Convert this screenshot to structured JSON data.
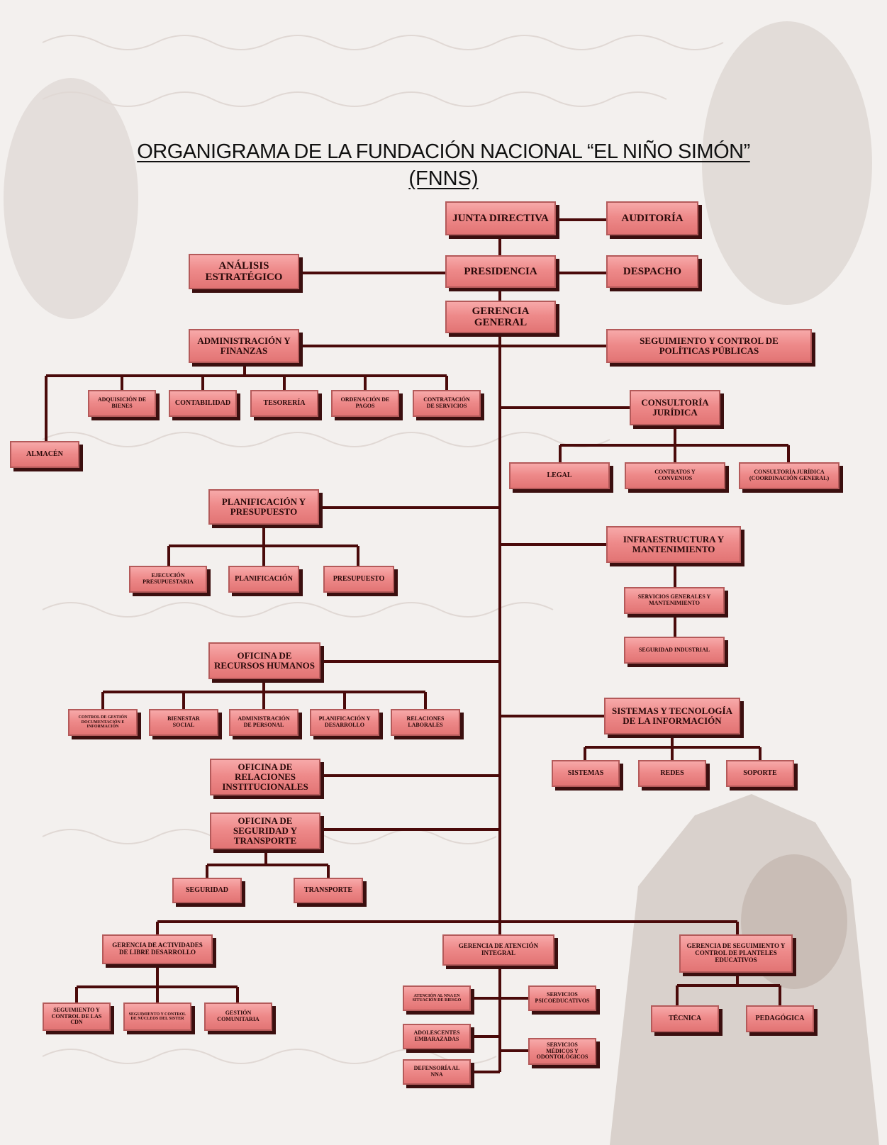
{
  "title": {
    "line1": "ORGANIGRAMA DE LA FUNDACIÓN NACIONAL “EL NIÑO SIMÓN”",
    "line2": "(FNNS)"
  },
  "colors": {
    "box_fill": "#ee8a8a",
    "box_shadow": "#3b0f0f",
    "line": "#4a0a0a",
    "background": "#f3f0ee"
  },
  "units": {
    "junta": "JUNTA DIRECTIVA",
    "auditoria": "AUDITORÍA",
    "analisis": "ANÁLISIS\nESTRATÉGICO",
    "presidencia": "PRESIDENCIA",
    "despacho": "DESPACHO",
    "gerencia": "GERENCIA GENERAL",
    "admin": "ADMINISTRACIÓN Y\nFINANZAS",
    "seguimiento": "SEGUIMIENTO Y CONTROL DE\nPOLÍTICAS PÚBLICAS",
    "adquisicion": "ADQUISICIÓN DE\nBIENES",
    "contabilidad": "CONTABILIDAD",
    "tesoreria": "TESORERÍA",
    "ordenacion": "ORDENACIÓN DE\nPAGOS",
    "contratacion": "CONTRATACIÓN\nDE SERVICIOS",
    "almacen": "ALMACÉN",
    "consultoria": "CONSULTORÍA\nJURÍDICA",
    "legal": "LEGAL",
    "contratos": "CONTRATOS Y\nCONVENIOS",
    "consultoria_cg": "CONSULTORÍA JURÍDICA\n(COORDINACIÓN GENERAL)",
    "planificacion_presupuesto": "PLANIFICACIÓN Y\nPRESUPUESTO",
    "ejecucion": "EJECUCIÓN\nPRESUPUESTARIA",
    "planificacion": "PLANIFICACIÓN",
    "presupuesto": "PRESUPUESTO",
    "infraestructura": "INFRAESTRUCTURA Y\nMANTENIMIENTO",
    "servicios_generales": "SERVICIOS GENERALES Y\nMANTENIMIENTO",
    "seguridad_industrial": "SEGURIDAD INDUSTRIAL",
    "rrhh": "OFICINA DE\nRECURSOS HUMANOS",
    "control_gestion": "CONTROL DE GESTIÓN DOCUMENTACIÓN E INFORMACIÓN",
    "bienestar": "BIENESTAR\nSOCIAL",
    "administracion_personal": "ADMINISTRACIÓN\nDE PERSONAL",
    "planificacion_desarrollo": "PLANIFICACIÓN Y\nDESARROLLO",
    "relaciones_laborales": "RELACIONES\nLABORALES",
    "sistemas_tecnologia": "SISTEMAS Y TECNOLOGÍA\nDE LA INFORMACIÓN",
    "sistemas": "SISTEMAS",
    "redes": "REDES",
    "soporte": "SOPORTE",
    "relaciones_inst": "OFICINA DE\nRELACIONES\nINSTITUCIONALES",
    "seguridad_transporte": "OFICINA DE\nSEGURIDAD Y\nTRANSPORTE",
    "seguridad": "SEGURIDAD",
    "transporte": "TRANSPORTE",
    "gerencia_actividades": "GERENCIA DE ACTIVIDADES\nDE LIBRE DESARROLLO",
    "gerencia_atencion": "GERENCIA DE ATENCIÓN\nINTEGRAL",
    "gerencia_planteles": "GERENCIA DE SEGUIMIENTO Y\nCONTROL DE PLANTELES\nEDUCATIVOS",
    "seguimiento_cdn": "SEGUIMIENTO Y\nCONTROL DE LAS\nCDN",
    "seguimiento_nucleos": "SEGUIMIENTO Y CONTROL DE NÚCLEOS DEL SISTER",
    "gestion_comunitaria": "GESTIÓN\nCOMUNITARIA",
    "atencion_nna": "ATENCIÓN AL NNA EN SITUACIÓN DE RIESGO",
    "servicios_psico": "SERVICIOS\nPSICOEDUCATIVOS",
    "adolescentes": "ADOLESCENTES\nEMBARAZADAS",
    "servicios_medicos": "SERVICIOS\nMÉDICOS Y\nODONTOLÓGICOS",
    "defensoria": "DEFENSORÍA AL\nNNA",
    "tecnica": "TÉCNICA",
    "pedagogica": "PEDAGÓGICA"
  }
}
